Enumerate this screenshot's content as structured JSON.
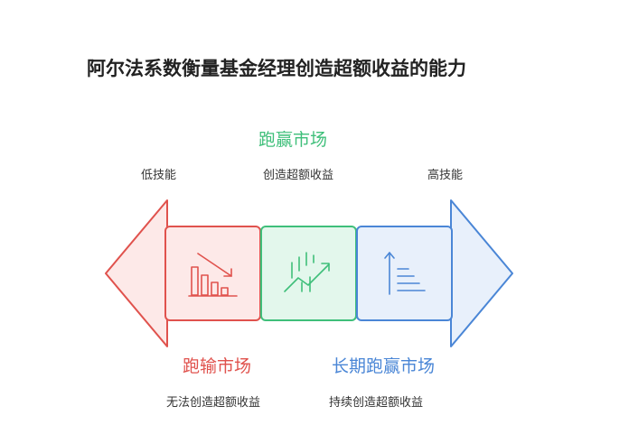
{
  "title": "阿尔法系数衡量基金经理创造超额收益的能力",
  "top_label": {
    "heading": "跑赢市场",
    "sub": "创造超额收益"
  },
  "left_label": "低技能",
  "right_label": "高技能",
  "bottom_left": {
    "heading": "跑输市场",
    "sub": "无法创造超额收益"
  },
  "bottom_right": {
    "heading": "长期跑赢市场",
    "sub": "持续创造超额收益"
  },
  "icons": {
    "left": "declining-bar-chart-icon",
    "center": "rising-trend-chart-icon",
    "right": "sorted-list-ascending-icon"
  },
  "colors": {
    "red": "#e0524d",
    "red_fill": "#fde9e8",
    "green": "#3fbf7a",
    "green_fill": "#e3f7ec",
    "blue": "#4a86d6",
    "blue_fill": "#e8f0fb"
  }
}
